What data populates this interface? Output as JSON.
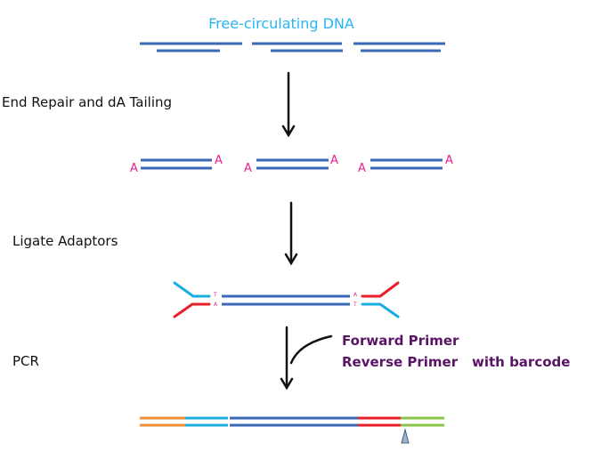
{
  "title": "Free-circulating DNA",
  "steps": {
    "end_repair": "End Repair and dA Tailing",
    "ligate": "Ligate Adaptors",
    "pcr": "PCR"
  },
  "bases": {
    "a": "A",
    "t": "T"
  },
  "primers": {
    "forward": "Forward Primer",
    "reverse": "Reverse Primer",
    "barcode": "with barcode"
  },
  "colors": {
    "dna": "#3a68b5",
    "adaptor_blue": "#1aaee0",
    "adaptor_red": "#e8202a",
    "base_label": "#e8208a",
    "title": "#29b6f0",
    "primer_text": "#5a1466",
    "orange": "#f08c3a",
    "green": "#8cc34a",
    "barcode_marker": "#9fb6c8"
  }
}
